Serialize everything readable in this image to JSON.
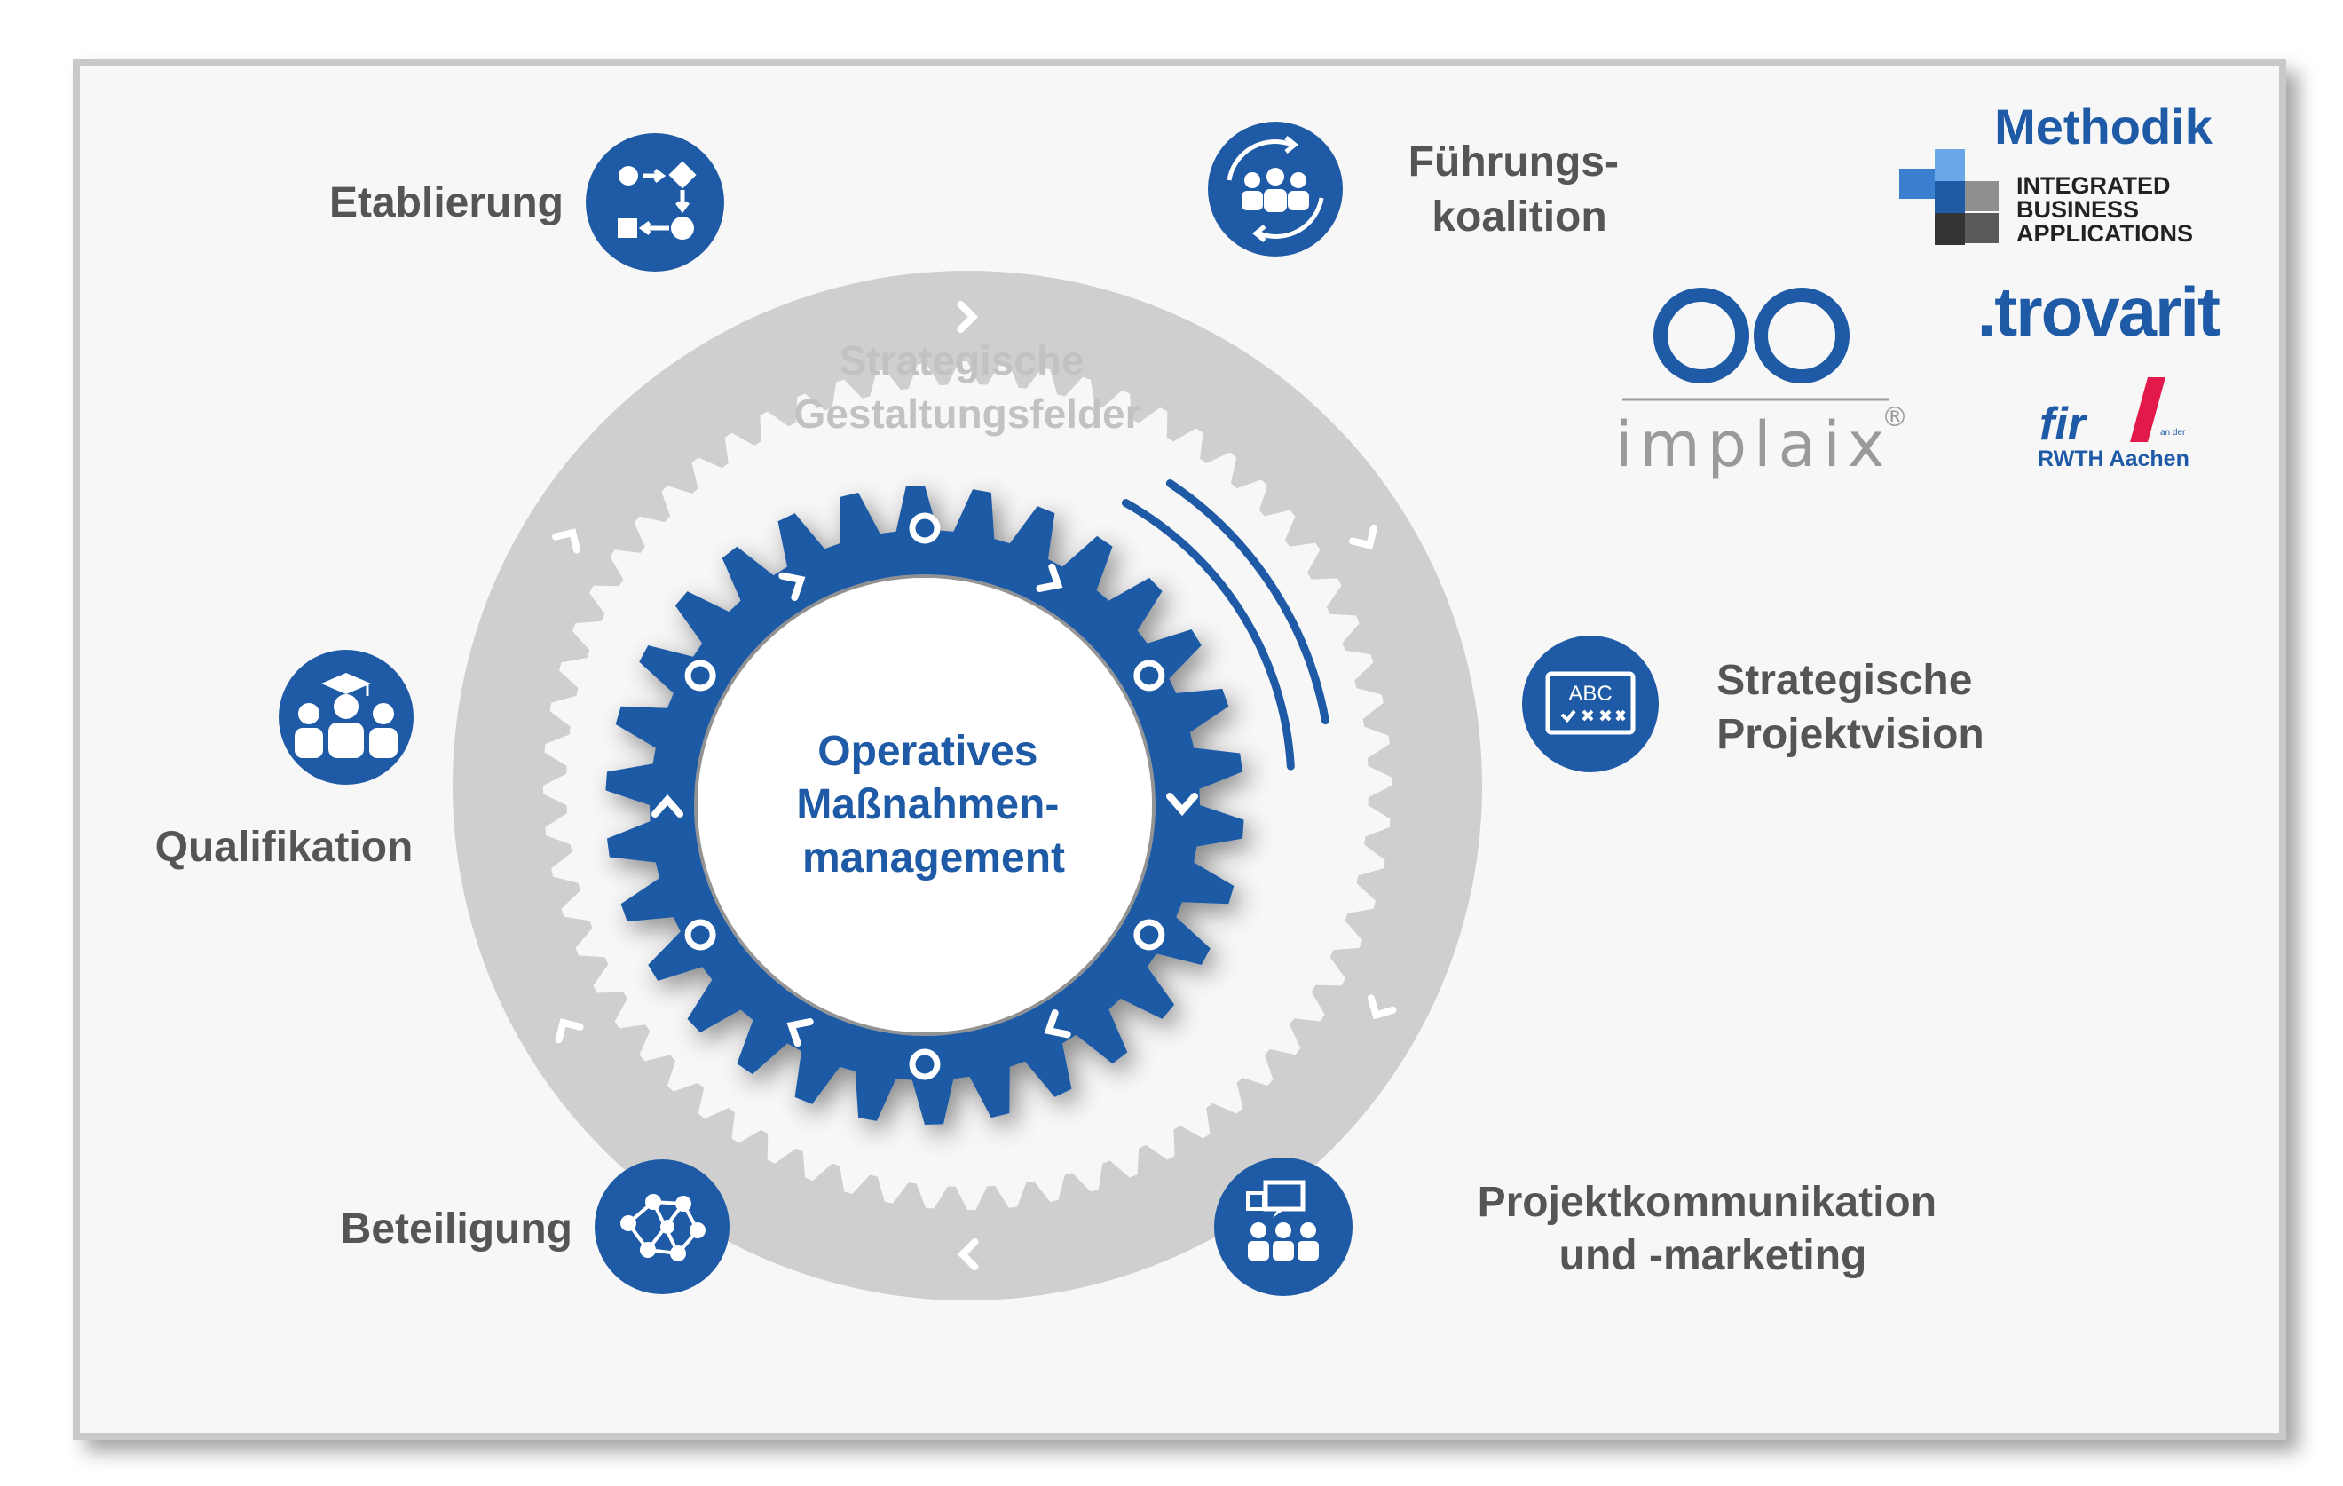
{
  "methods": {
    "outer_ring_label": [
      "Strategische",
      "Gestaltungsfelder"
    ],
    "center_label": [
      "Operatives",
      "Maßnahmen-",
      "management"
    ],
    "fields": [
      {
        "key": "etablierung",
        "lines": [
          "Etablierung"
        ],
        "icon": "process-flow-icon"
      },
      {
        "key": "fuehrungskoalition",
        "lines": [
          "Führungs-",
          "koalition"
        ],
        "icon": "team-cycle-icon"
      },
      {
        "key": "projektvision",
        "lines": [
          "Strategische",
          "Projektvision"
        ],
        "icon": "abc-board-icon"
      },
      {
        "key": "projektkommunikation",
        "lines": [
          "Projektkommunikation",
          "und -marketing"
        ],
        "icon": "presentation-icon"
      },
      {
        "key": "beteiligung",
        "lines": [
          "Beteiligung"
        ],
        "icon": "network-icon"
      },
      {
        "key": "qualifikation",
        "lines": [
          "Qualifikation"
        ],
        "icon": "graduation-icon"
      }
    ],
    "icon_board_text": "ABC"
  },
  "logos": {
    "methodik_title": "Methodik",
    "iba_lines": [
      "INTEGRATED",
      "BUSINESS",
      "APPLICATIONS"
    ],
    "trovarit": ".trovarit",
    "implaix": "implaix",
    "implaix_reg": "®",
    "fir": "fir",
    "fir_small": "an der",
    "rwth": "RWTH Aachen"
  },
  "colors": {
    "brand_blue": "#1f5aa6",
    "ring_gray": "#cfcfcf",
    "label_gray": "#555555"
  }
}
